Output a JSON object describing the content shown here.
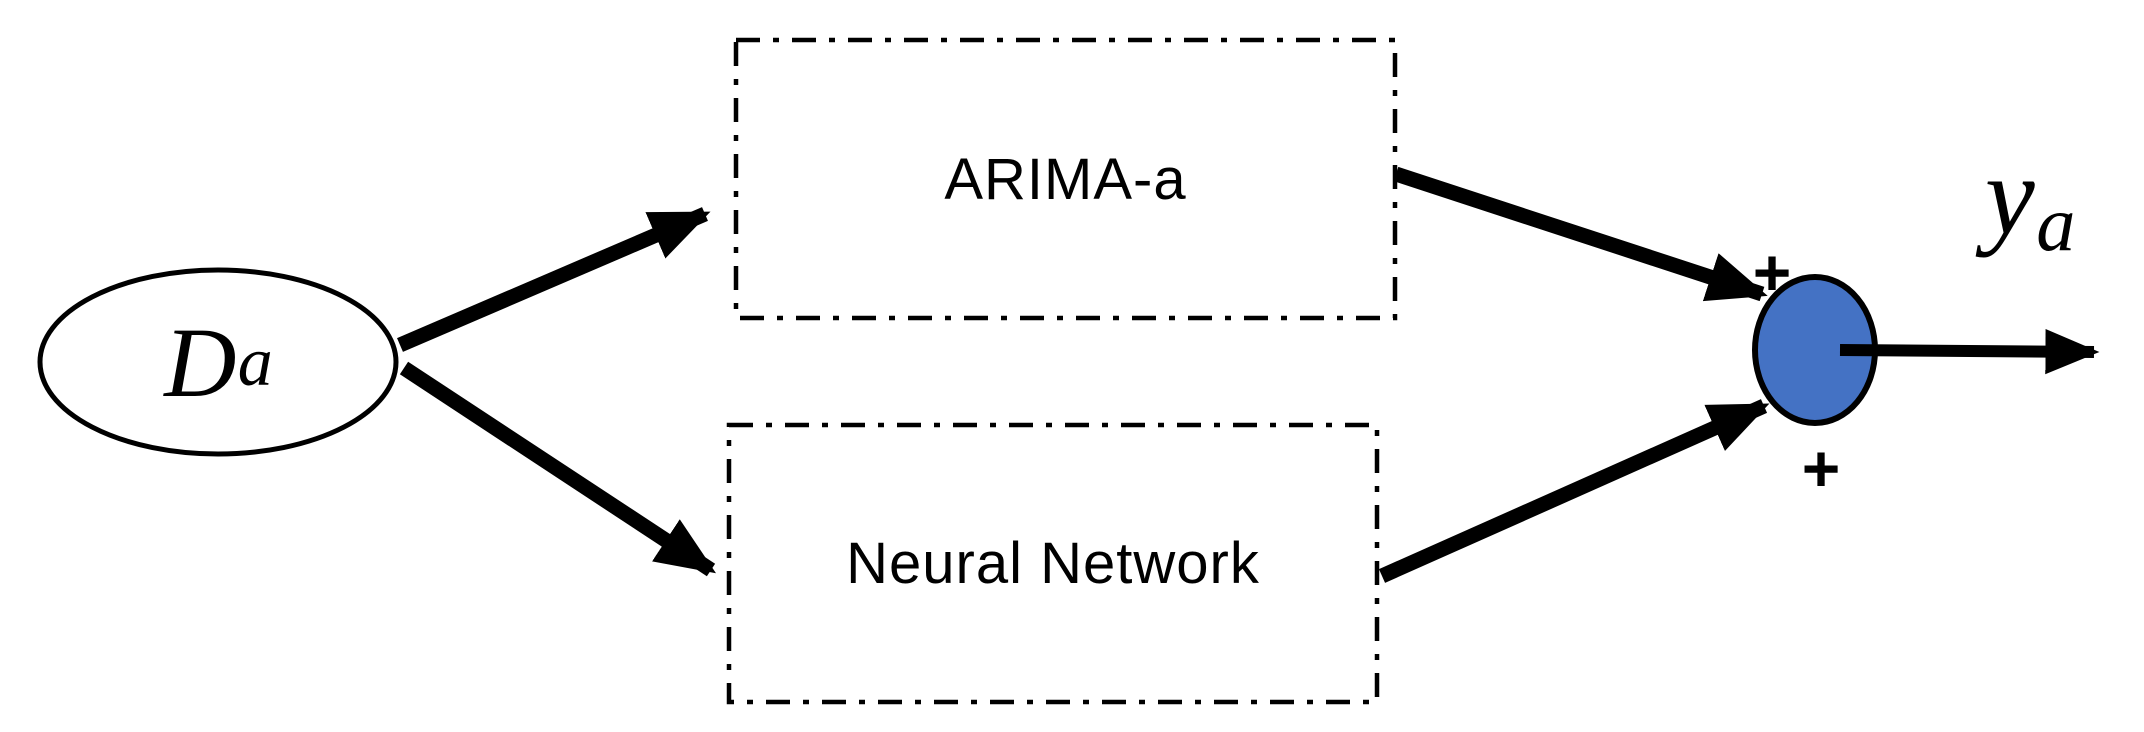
{
  "diagram": {
    "input_node": {
      "base": "D",
      "subscript": "a"
    },
    "arima_box": {
      "label": "ARIMA-a"
    },
    "nn_box": {
      "label": "Neural Network"
    },
    "sum_node": {
      "plus_top": "+",
      "plus_bottom": "+",
      "fill_color": "#4472C4",
      "outline_color": "#000000"
    },
    "output_label": {
      "base": "y",
      "subscript": "a"
    }
  }
}
